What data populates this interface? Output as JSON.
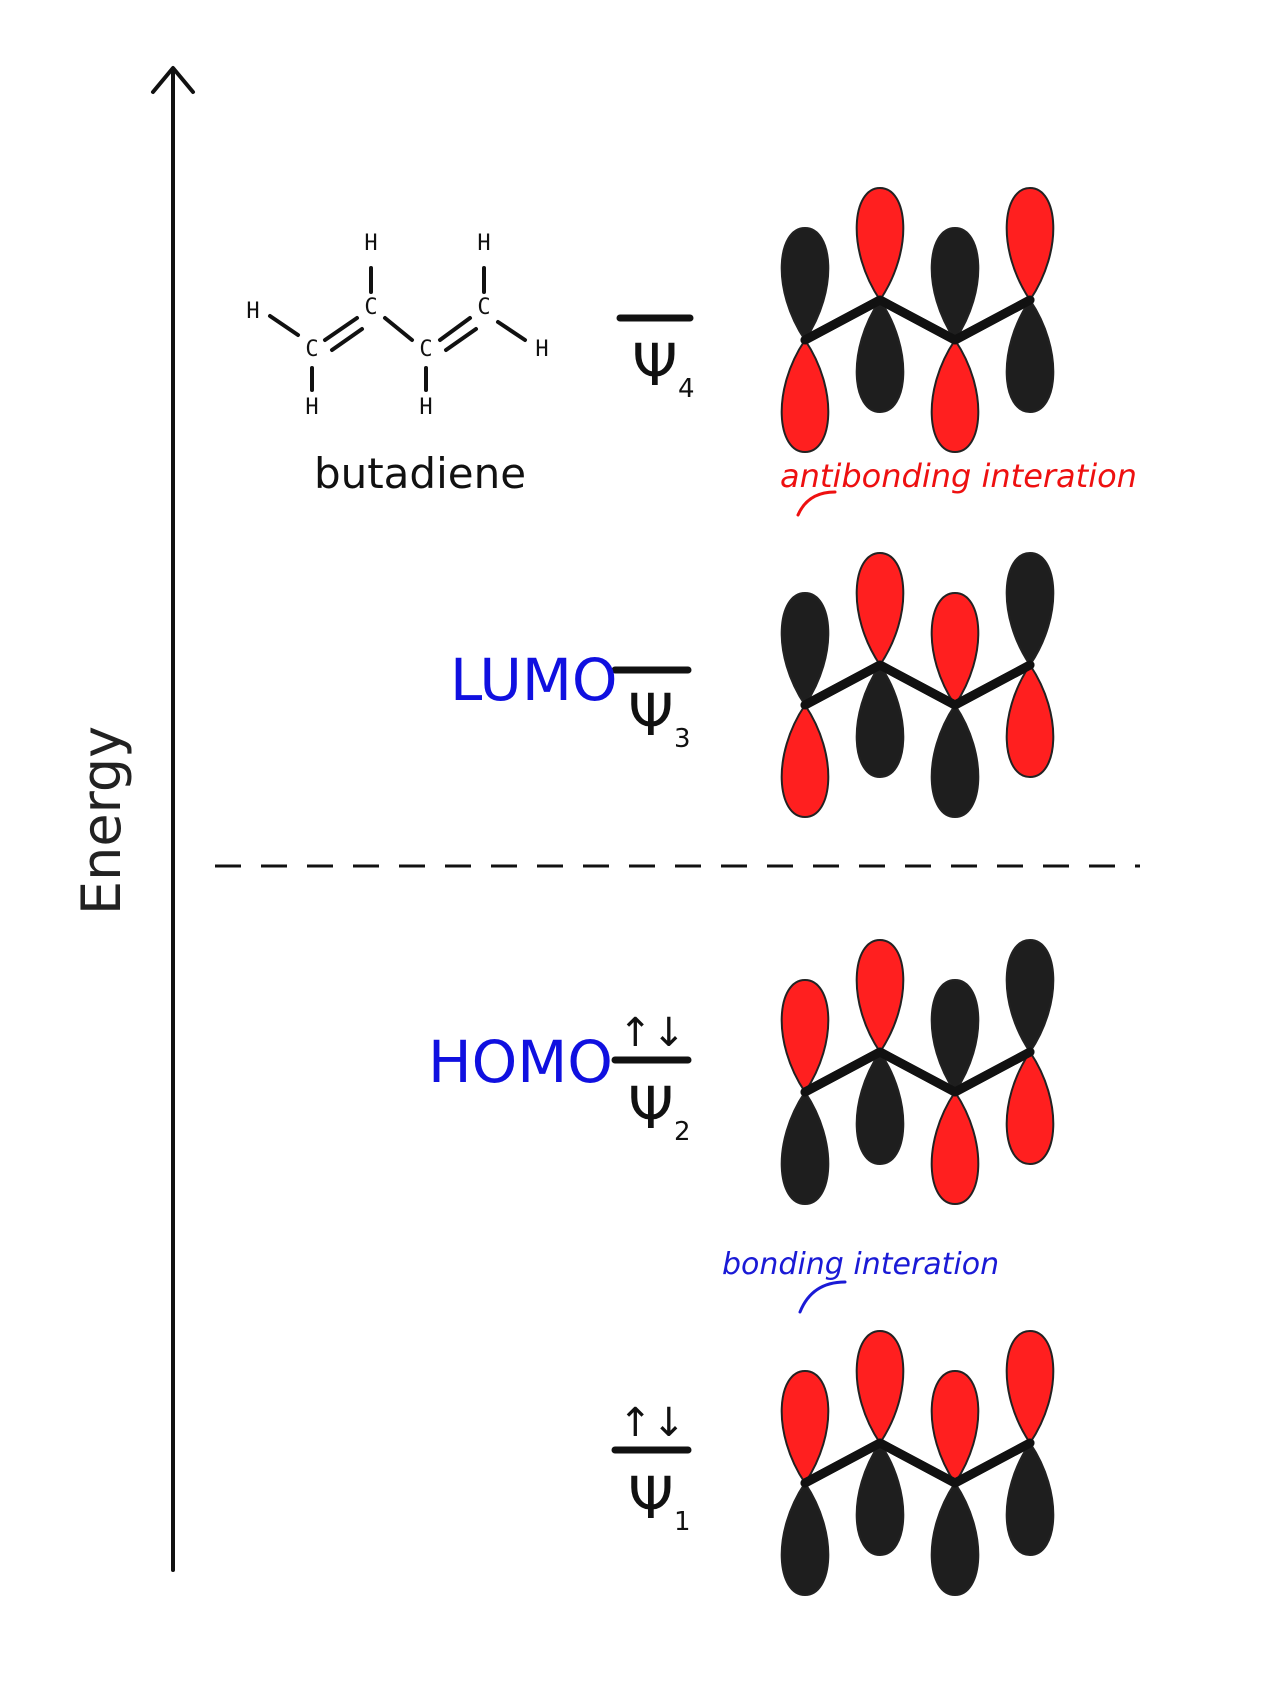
{
  "axis": {
    "label": "Energy"
  },
  "molecule": {
    "name": "butadiene",
    "atom_carbon": "C",
    "atom_hydrogen": "H"
  },
  "levels": [
    {
      "id": "psi4",
      "symbol": "Ψ",
      "subscript": "4",
      "label": "",
      "electrons": "",
      "phases": [
        "bottom-red",
        "top-red",
        "bottom-red",
        "top-red"
      ]
    },
    {
      "id": "psi3",
      "symbol": "Ψ",
      "subscript": "3",
      "label": "LUMO",
      "electrons": "",
      "phases": [
        "bottom-red",
        "top-red",
        "top-red",
        "bottom-red"
      ]
    },
    {
      "id": "psi2",
      "symbol": "Ψ",
      "subscript": "2",
      "label": "HOMO",
      "electrons": "↑↓",
      "phases": [
        "top-red",
        "top-red",
        "bottom-red",
        "bottom-red"
      ]
    },
    {
      "id": "psi1",
      "symbol": "Ψ",
      "subscript": "1",
      "label": "",
      "electrons": "↑↓",
      "phases": [
        "top-red",
        "top-red",
        "top-red",
        "top-red"
      ]
    }
  ],
  "annotations": {
    "antibonding": "antibonding interation",
    "bonding": "bonding interation"
  },
  "colors": {
    "red_lobe": "#ff1f1f",
    "black_lobe": "#1e1e1e",
    "label_blue": "#1010e0",
    "annotation_red": "#ee1010",
    "annotation_blue": "#1a1ad6"
  }
}
